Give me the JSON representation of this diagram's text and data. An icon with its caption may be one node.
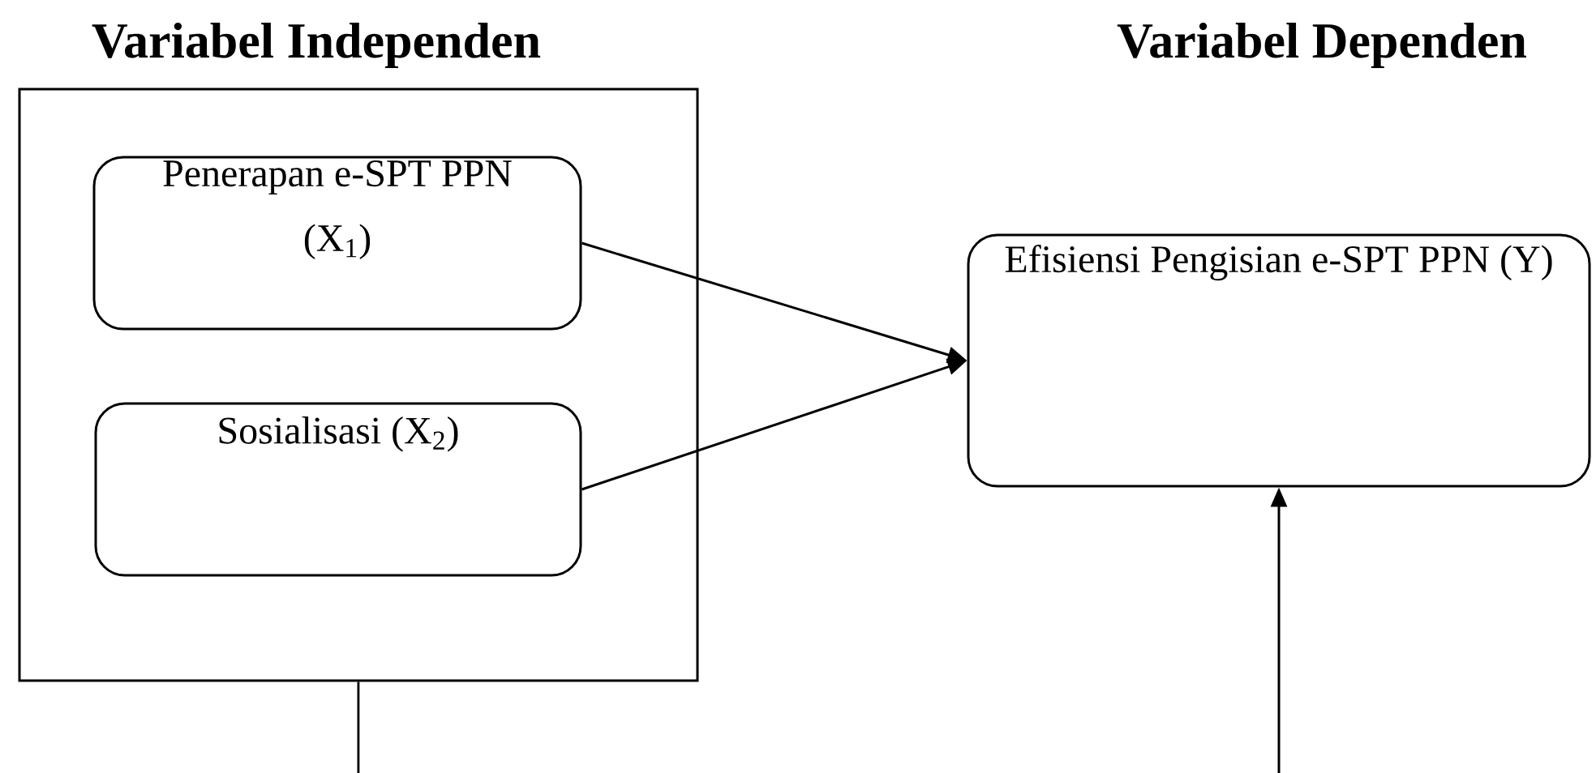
{
  "diagram": {
    "nodes": [
      {
        "text": [
          "Variabel Independen"
        ]
      },
      {
        "text": [
          "Penerapan e-SPT PPN (X$_{1}$)"
        ],
        "in": 0
      },
      {
        "text": [
          "Sosialisasi (X$_{2}$)"
        ],
        "in": 0
      },
      {
        "text": [
          "Efisiensi Pengisian e-SPT PPN (Y)"
        ]
      }
    ],
    "edges": [
      {
        "from": 1,
        "to": 3,
        "arrow": "to"
      },
      {
        "from": 2,
        "to": 3,
        "arrow": "to"
      },
      {
        "from": null,
        "to": 3,
        "arrow": "to"
      },
      {
        "from": 0,
        "to": null,
        "arrow": "none"
      }
    ],
    "labels": [
      "Variabel Dependen"
    ]
  }
}
